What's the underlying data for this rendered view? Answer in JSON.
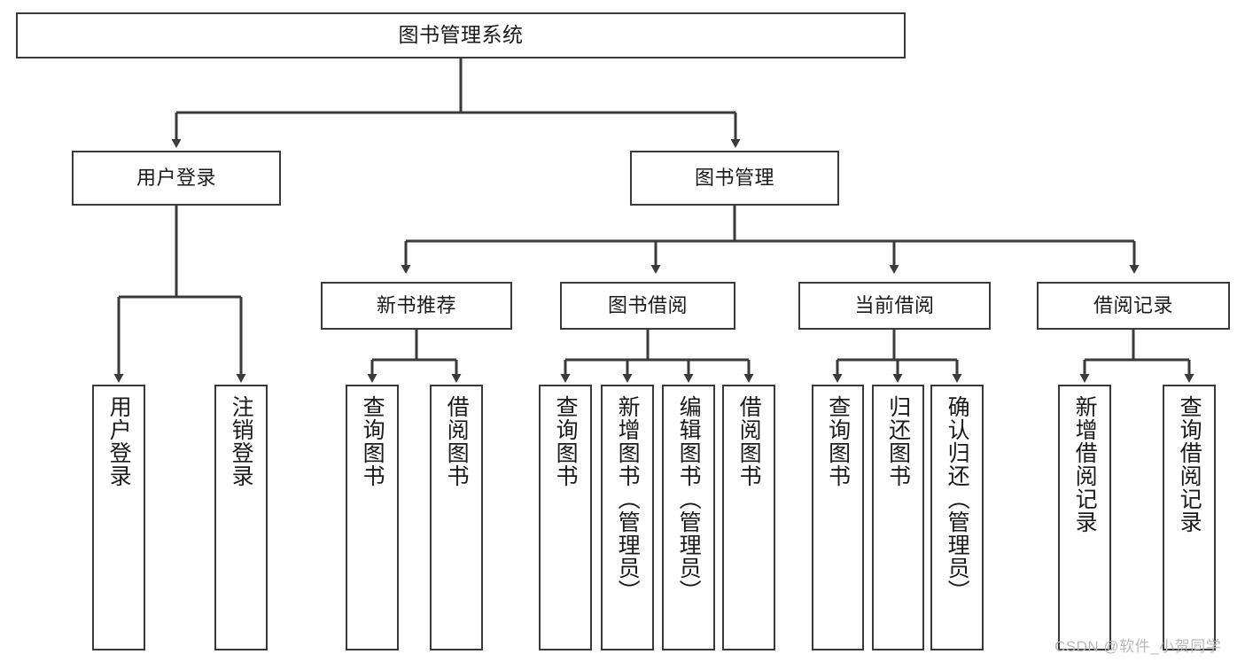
{
  "diagram": {
    "type": "tree",
    "title": "图书管理系统",
    "levels": {
      "root": {
        "label": "图书管理系统"
      },
      "level2": [
        {
          "label": "用户登录"
        },
        {
          "label": "图书管理"
        }
      ],
      "level3": [
        {
          "label": "新书推荐"
        },
        {
          "label": "图书借阅"
        },
        {
          "label": "当前借阅"
        },
        {
          "label": "借阅记录"
        }
      ],
      "leaves": [
        {
          "label": "用户登录",
          "parent": "用户登录"
        },
        {
          "label": "注销登录",
          "parent": "用户登录"
        },
        {
          "label": "查询图书",
          "parent": "新书推荐"
        },
        {
          "label": "借阅图书",
          "parent": "新书推荐"
        },
        {
          "label": "查询图书",
          "parent": "图书借阅"
        },
        {
          "label": "新增图书（管理员）",
          "parent": "图书借阅"
        },
        {
          "label": "编辑图书（管理员）",
          "parent": "图书借阅"
        },
        {
          "label": "借阅图书",
          "parent": "图书借阅"
        },
        {
          "label": "查询图书",
          "parent": "当前借阅"
        },
        {
          "label": "归还图书",
          "parent": "当前借阅"
        },
        {
          "label": "确认归还（管理员）",
          "parent": "当前借阅"
        },
        {
          "label": "新增借阅记录",
          "parent": "借阅记录"
        },
        {
          "label": "查询借阅记录",
          "parent": "借阅记录"
        }
      ]
    },
    "colors": {
      "stroke": "#3a3a3a",
      "fill": "#ffffff",
      "text": "#1a1a1a",
      "watermark": "#b9b9b9"
    }
  },
  "watermark": {
    "text": "CSDN @软件_小贺同学"
  }
}
